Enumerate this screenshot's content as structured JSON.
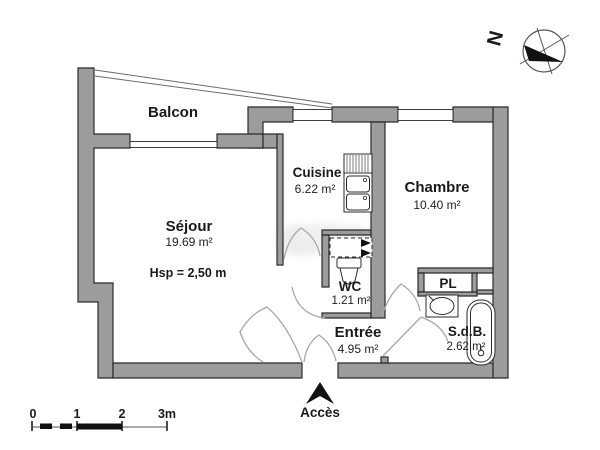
{
  "plan": {
    "rooms": [
      {
        "name": "Balcon",
        "area": ""
      },
      {
        "name": "Séjour",
        "area": "19.69 m²",
        "note": "Hsp = 2,50 m"
      },
      {
        "name": "Cuisine",
        "area": "6.22 m²"
      },
      {
        "name": "Chambre",
        "area": "10.40 m²"
      },
      {
        "name": "WC",
        "area": "1.21 m²"
      },
      {
        "name": "Entrée",
        "area": "4.95 m²"
      },
      {
        "name": "S.d.B.",
        "area": "2.62 m²"
      },
      {
        "name": "PL",
        "area": ""
      }
    ],
    "entrance_label": "Accès",
    "compass": {
      "north_label": "N"
    },
    "scale_bar": {
      "ticks": [
        "0",
        "1",
        "2",
        "3m"
      ]
    },
    "fixtures": [
      "kitchen-sink",
      "toilet",
      "washbasin",
      "bathtub",
      "dashed-cupboard"
    ],
    "colors": {
      "wall_fill": "#9c9c9c",
      "outline": "#2b2b2b",
      "door_arc": "#a8a8a8",
      "sejour_name_text": "#8f9597",
      "sejour_area_text": "#b3b7b9",
      "text": "#1a1a1a"
    }
  }
}
